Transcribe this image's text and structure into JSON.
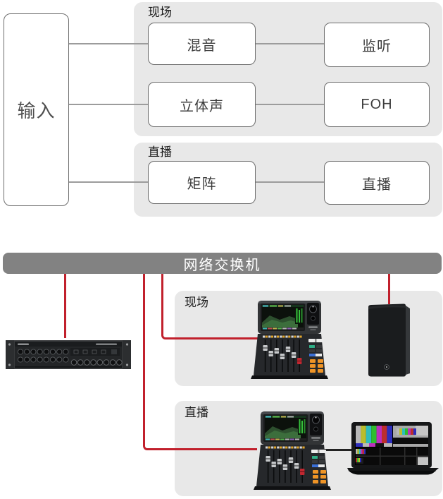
{
  "flow": {
    "input": "输入",
    "groups": [
      {
        "label": "现场",
        "rows": [
          {
            "from": "混音",
            "to": "监听"
          },
          {
            "from": "立体声",
            "to": "FOH"
          }
        ]
      },
      {
        "label": "直播",
        "rows": [
          {
            "from": "矩阵",
            "to": "直播"
          }
        ]
      }
    ]
  },
  "network": {
    "switch_label": "网络交换机",
    "sections": [
      {
        "label": "现场"
      },
      {
        "label": "直播"
      }
    ]
  },
  "icons": {
    "stagebox": "rack-stagebox-icon",
    "mixer_live": "digital-mixer-icon",
    "mixer_stream": "digital-mixer-icon",
    "speaker": "pa-speaker-icon",
    "laptop": "laptop-multiview-icon"
  },
  "colors": {
    "cable_red": "#c1202c",
    "cable_black": "#222222",
    "panel_gray": "#e8e8e8",
    "switch_bar_gray": "#828282"
  }
}
